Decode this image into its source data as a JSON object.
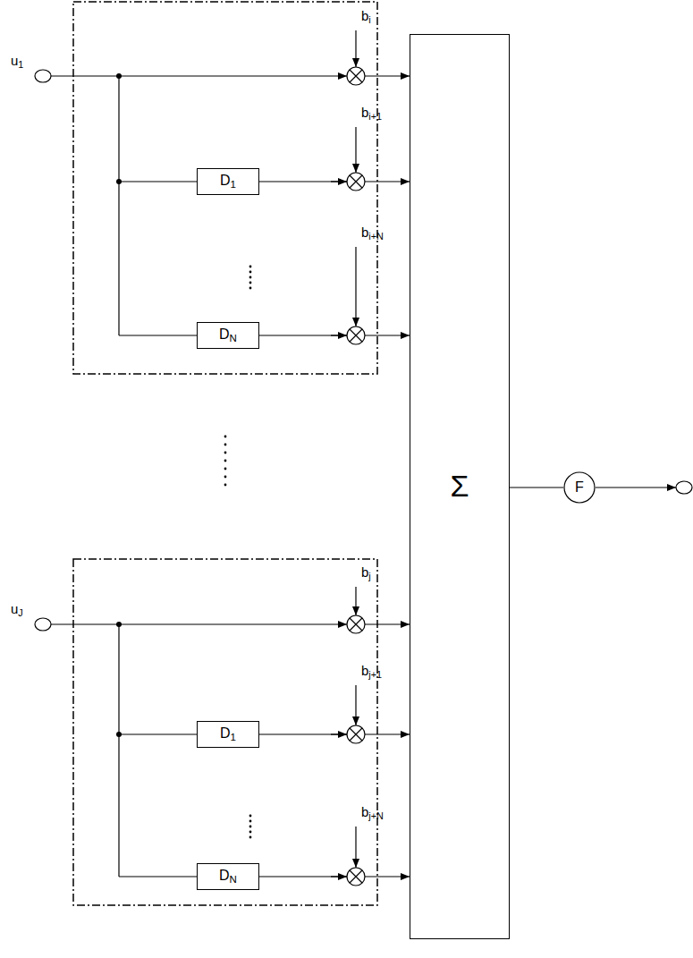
{
  "diagram": {
    "nodes": [
      {
        "text": [
          "D1"
        ]
      },
      {
        "text": [
          "DN"
        ]
      },
      {
        "text": [
          "D1"
        ]
      },
      {
        "text": [
          "DN"
        ]
      },
      {
        "text": [
          "Σ"
        ]
      },
      {
        "text": [
          "F"
        ]
      }
    ],
    "edges": [
      {
        "from": 0,
        "to": 4,
        "arrow": "to"
      },
      {
        "from": 1,
        "to": 4,
        "arrow": "to"
      },
      {
        "from": 2,
        "to": 4,
        "arrow": "to"
      },
      {
        "from": 3,
        "to": 4,
        "arrow": "to"
      },
      {
        "from": 4,
        "to": 5,
        "arrow": "none"
      }
    ],
    "labels": [
      "u1",
      "bi",
      "bi+1",
      "bi+N",
      "uJ",
      "bj",
      "bj+1",
      "bj+N"
    ]
  }
}
